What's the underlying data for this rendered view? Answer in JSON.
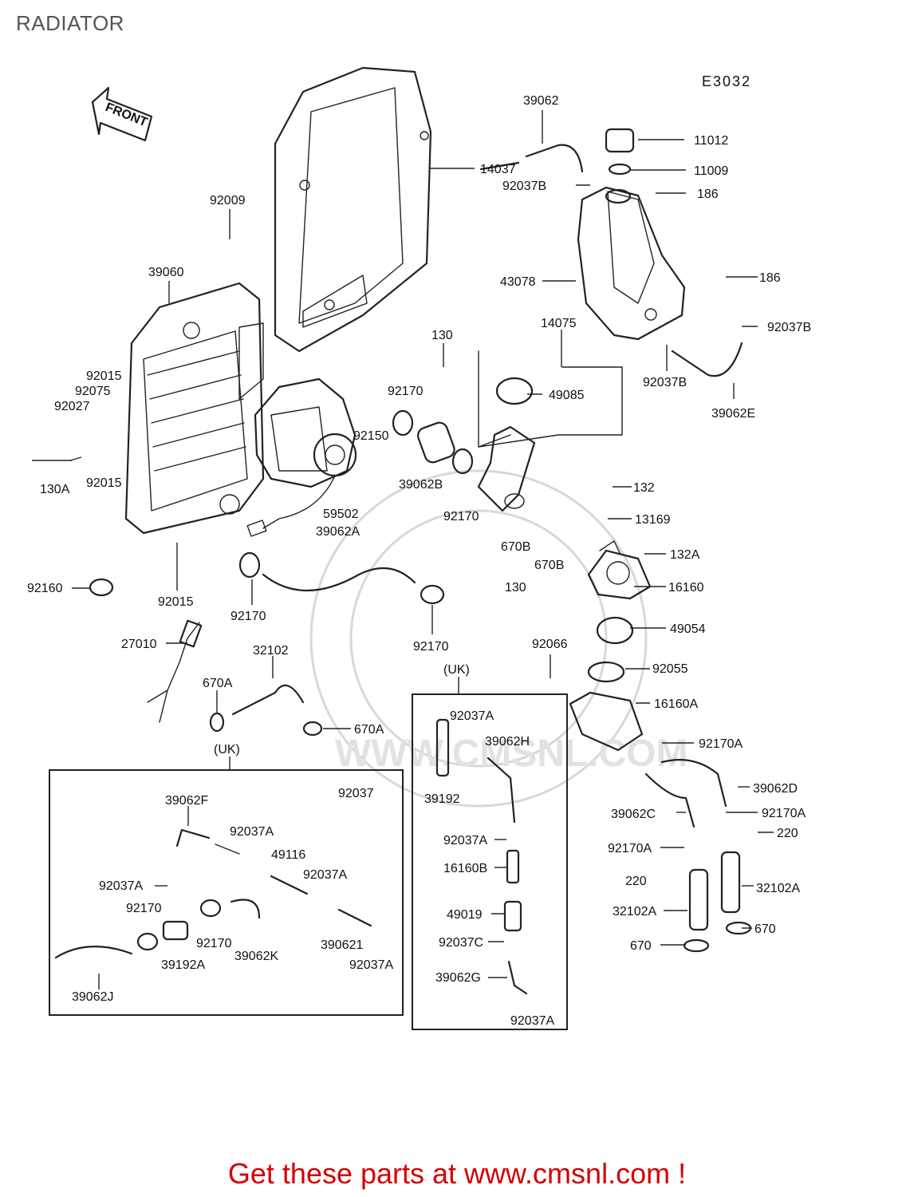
{
  "title": "RADIATOR",
  "diagram_code": "E3032",
  "front_label": "FRONT",
  "footer_text": "Get these parts at www.cmsnl.com !",
  "watermark_text": "WWW.CMSNL.COM",
  "uk_labels": [
    "(UK)",
    "(UK)"
  ],
  "parts": [
    {
      "id": "p-39062-a",
      "label": "39062"
    },
    {
      "id": "p-11012",
      "label": "11012"
    },
    {
      "id": "p-11009",
      "label": "11009"
    },
    {
      "id": "p-92037b-a",
      "label": "92037B"
    },
    {
      "id": "p-186-a",
      "label": "186"
    },
    {
      "id": "p-14037",
      "label": "14037"
    },
    {
      "id": "p-92009",
      "label": "92009"
    },
    {
      "id": "p-43078",
      "label": "43078"
    },
    {
      "id": "p-186-b",
      "label": "186"
    },
    {
      "id": "p-39060",
      "label": "39060"
    },
    {
      "id": "p-14075",
      "label": "14075"
    },
    {
      "id": "p-92037b-b",
      "label": "92037B"
    },
    {
      "id": "p-130-a",
      "label": "130"
    },
    {
      "id": "p-92037b-c",
      "label": "92037B"
    },
    {
      "id": "p-92015-a",
      "label": "92015"
    },
    {
      "id": "p-92075",
      "label": "92075"
    },
    {
      "id": "p-92027",
      "label": "92027"
    },
    {
      "id": "p-92170-a",
      "label": "92170"
    },
    {
      "id": "p-49085",
      "label": "49085"
    },
    {
      "id": "p-39062e",
      "label": "39062E"
    },
    {
      "id": "p-92150",
      "label": "92150"
    },
    {
      "id": "p-130a",
      "label": "130A"
    },
    {
      "id": "p-92015-b",
      "label": "92015"
    },
    {
      "id": "p-39062b",
      "label": "39062B"
    },
    {
      "id": "p-132",
      "label": "132"
    },
    {
      "id": "p-59502",
      "label": "59502"
    },
    {
      "id": "p-92170-b",
      "label": "92170"
    },
    {
      "id": "p-13169",
      "label": "13169"
    },
    {
      "id": "p-39062a",
      "label": "39062A"
    },
    {
      "id": "p-670b-a",
      "label": "670B"
    },
    {
      "id": "p-132a",
      "label": "132A"
    },
    {
      "id": "p-670b-b",
      "label": "670B"
    },
    {
      "id": "p-92160",
      "label": "92160"
    },
    {
      "id": "p-130-b",
      "label": "130"
    },
    {
      "id": "p-16160",
      "label": "16160"
    },
    {
      "id": "p-92015-c",
      "label": "92015"
    },
    {
      "id": "p-92170-c",
      "label": "92170"
    },
    {
      "id": "p-49054",
      "label": "49054"
    },
    {
      "id": "p-27010",
      "label": "27010"
    },
    {
      "id": "p-92170-d",
      "label": "92170"
    },
    {
      "id": "p-92066",
      "label": "92066"
    },
    {
      "id": "p-32102",
      "label": "32102"
    },
    {
      "id": "p-92055",
      "label": "92055"
    },
    {
      "id": "p-670a-a",
      "label": "670A"
    },
    {
      "id": "p-16160a",
      "label": "16160A"
    },
    {
      "id": "p-92037a-a",
      "label": "92037A"
    },
    {
      "id": "p-670a-b",
      "label": "670A"
    },
    {
      "id": "p-39062h",
      "label": "39062H"
    },
    {
      "id": "p-92170a-a",
      "label": "92170A"
    },
    {
      "id": "p-92037",
      "label": "92037"
    },
    {
      "id": "p-39192",
      "label": "39192"
    },
    {
      "id": "p-39062d",
      "label": "39062D"
    },
    {
      "id": "p-39062f",
      "label": "39062F"
    },
    {
      "id": "p-92037a-b",
      "label": "92037A"
    },
    {
      "id": "p-92170a-b",
      "label": "92170A"
    },
    {
      "id": "p-39062c",
      "label": "39062C"
    },
    {
      "id": "p-220-a",
      "label": "220"
    },
    {
      "id": "p-49116",
      "label": "49116"
    },
    {
      "id": "p-92037a-c",
      "label": "92037A"
    },
    {
      "id": "p-92170a-c",
      "label": "92170A"
    },
    {
      "id": "p-16160b",
      "label": "16160B"
    },
    {
      "id": "p-92037a-d",
      "label": "92037A"
    },
    {
      "id": "p-92037a-e",
      "label": "92037A"
    },
    {
      "id": "p-220-b",
      "label": "220"
    },
    {
      "id": "p-32102a-a",
      "label": "32102A"
    },
    {
      "id": "p-92170-e",
      "label": "92170"
    },
    {
      "id": "p-49019",
      "label": "49019"
    },
    {
      "id": "p-32102a-b",
      "label": "32102A"
    },
    {
      "id": "p-670-a",
      "label": "670"
    },
    {
      "id": "p-92170-f",
      "label": "92170"
    },
    {
      "id": "p-39062k",
      "label": "39062K"
    },
    {
      "id": "p-39062i",
      "label": "390621"
    },
    {
      "id": "p-92037c",
      "label": "92037C"
    },
    {
      "id": "p-670-b",
      "label": "670"
    },
    {
      "id": "p-39192a",
      "label": "39192A"
    },
    {
      "id": "p-92037a-f",
      "label": "92037A"
    },
    {
      "id": "p-39062g",
      "label": "39062G"
    },
    {
      "id": "p-39062j",
      "label": "39062J"
    },
    {
      "id": "p-92037a-g",
      "label": "92037A"
    }
  ]
}
